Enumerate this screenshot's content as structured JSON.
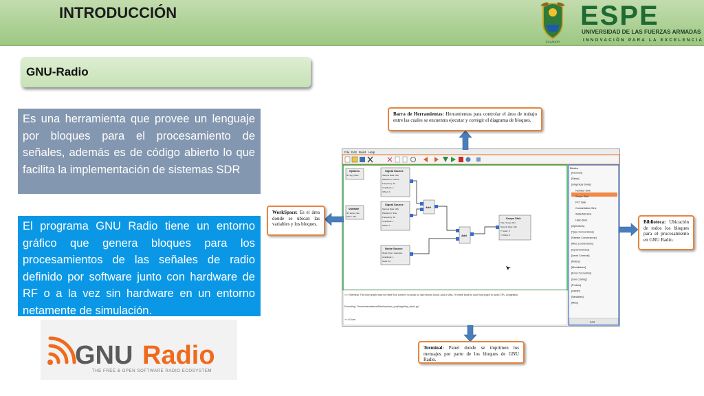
{
  "title": "INTRODUCCIÓN",
  "logo": {
    "name": "ESPE",
    "university": "UNIVERSIDAD DE LAS FUERZAS ARMADAS",
    "slogan": "INNOVACIÓN  PARA  LA  EXCELENCIA",
    "shield_text": "ECUADOR"
  },
  "section_heading": "GNU-Radio",
  "paragraph1": "Es una herramienta que provee un lenguaje por bloques para el procesamiento de señales, además es de código abierto lo que facilita la implementación de sistemas SDR",
  "paragraph2": "El programa GNU Radio tiene un entorno gráfico que genera bloques para los procesamientos de las señales de radio definido por software junto con hardware de RF o a la vez sin hardware en un entorno netamente de simulación.",
  "gnuradio_logo": {
    "gnu": "GNU",
    "radio": "Radio",
    "tagline": "THE FREE & OPEN SOFTWARE RADIO ECOSYSTEM"
  },
  "screenshot": {
    "menu": [
      "File",
      "Edit",
      "Build",
      "Help"
    ],
    "blocks": {
      "options": {
        "title": "Options",
        "lines": [
          "ID: top_block"
        ]
      },
      "variable": {
        "title": "Variable",
        "lines": [
          "ID: samp_rate",
          "Value: 32k"
        ]
      },
      "signal1": {
        "title": "Signal Source",
        "lines": [
          "Sample Rate: 32k",
          "Waveform: Cosine",
          "Frequency: 1k",
          "Amplitude: 1",
          "Offset: 0"
        ]
      },
      "signal2": {
        "title": "Signal Source",
        "lines": [
          "Sample Rate: 32k",
          "Waveform: Sine",
          "Frequency: 1k",
          "Amplitude: 1",
          "Offset: 0"
        ]
      },
      "noise": {
        "title": "Noise Source",
        "lines": [
          "Noise Type: Gaussian",
          "Amplitude: 1",
          "Seed: 42"
        ]
      },
      "add1": {
        "title": "Add"
      },
      "add2": {
        "title": "Add"
      },
      "scope": {
        "title": "Scope Sink",
        "lines": [
          "Title: Scope Plot",
          "Sample Rate: 32k",
          "Y Scale: 0",
          "Y Offset: 0"
        ]
      }
    },
    "terminal": [
      ">>> Warning: This flow graph may not have flow control: no audio or usrp blocks found. Add a Misc->Throttle block to your flow graph to avoid CPU congestion.",
      "Executing: \"/home/wencaliesa/Desktop/new_proj/hegd/top_block.py\"",
      ">>> Done"
    ],
    "library": {
      "header": "Blocks",
      "items": [
        "[Sources]",
        "[Sinks]",
        "[Graphical Sinks]",
        "Number Sink",
        "Scope Sink",
        "FFT Sink",
        "Constellation Sink",
        "Waterfall Sink",
        "Histo Sink",
        "[Operators]",
        "[Type Conversions]",
        "[Stream Conversions]",
        "[Misc Conversions]",
        "[Synchronizers]",
        "[Level Controls]",
        "[Filters]",
        "[Modulators]",
        "[Error Correction]",
        "[Line Coding]",
        "[Probes]",
        "[USRP]",
        "[Variables]",
        "[Misc]"
      ],
      "add_button": "Add"
    }
  },
  "callouts": {
    "toolbar": {
      "bold": "Barra de Herramientas:",
      "text": " Herramientas para controlar el área de trabajo entre las cuales se encuentra ejecutar y corregir el diagrama de bloques."
    },
    "workspace": {
      "bold": "WorkSpace:",
      "text": " Es el área donde se ubican las variables y los bloques."
    },
    "library": {
      "bold": "Biblioteca:",
      "text": " Ubicación de todos los bloques para el procesamiento en GNU Radio."
    },
    "terminal": {
      "bold": "Terminal:",
      "text": " Panel donde se imprimen los mensajes por parte de los bloques de GNU Radio."
    }
  },
  "colors": {
    "header_green": "#9cc882",
    "paragraph1_bg": "#8497b0",
    "paragraph2_bg": "#0a98e6",
    "callout_border": "#e7843d",
    "arrow_blue": "#4a7ebb",
    "gnuradio_orange": "#f06a1c"
  }
}
